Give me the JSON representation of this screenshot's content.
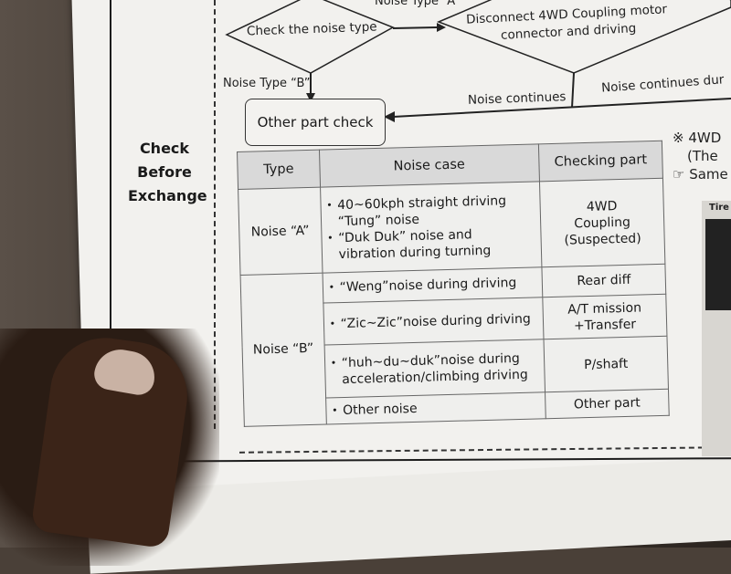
{
  "side_label": {
    "line1": "Check",
    "line2": "Before",
    "line3": "Exchange"
  },
  "flow": {
    "noise_type_a_top": "Noise Type “A”",
    "diamond_label": "Check the noise type",
    "disconnect_line1": "Disconnect  4WD Coupling motor",
    "disconnect_line2": "connector and driving",
    "noise_type_b": "Noise Type “B”",
    "noise_continues": "Noise continues",
    "noise_continues_right": "Noise continues dur",
    "other_part_check": "Other part check"
  },
  "notes": {
    "n1": "※ 4WD",
    "n2": "(The",
    "n3": "☞ Same",
    "n4": "Tire"
  },
  "table": {
    "headers": [
      "Type",
      "Noise case",
      "Checking part"
    ],
    "rows": [
      {
        "type": "Noise “A”",
        "items": [
          {
            "a": "40~60kph straight driving",
            "b": "“Tung” noise"
          },
          {
            "a": "“Duk Duk” noise and",
            "b": "vibration during turning"
          }
        ],
        "part1": "4WD",
        "part2": "Coupling",
        "part3": "(Suspected)"
      },
      {
        "type": "Noise “B”",
        "items": [
          {
            "a": "“Weng”noise during driving",
            "part": "Rear diff"
          },
          {
            "a": "“Zic~Zic”noise during driving",
            "part1": "A/T mission",
            "part2": "+Transfer"
          },
          {
            "a": "“huh~du~duk”noise during",
            "b": "acceleration/climbing driving",
            "part": "P/shaft"
          },
          {
            "a": "Other noise",
            "part": "Other part"
          }
        ]
      }
    ]
  }
}
